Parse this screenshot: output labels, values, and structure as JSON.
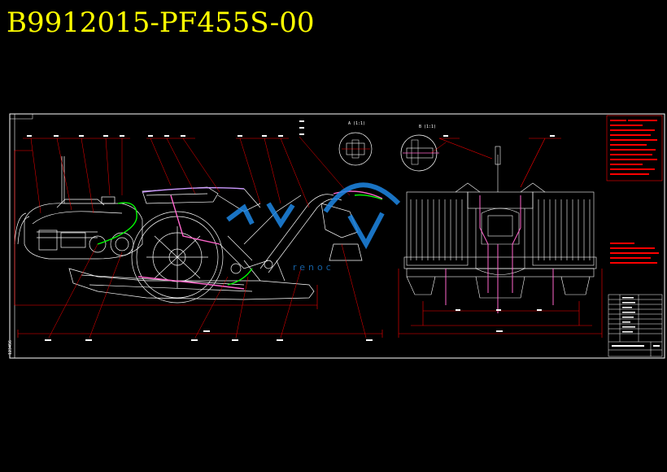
{
  "drawing": {
    "title": "B9912015-PF455S-00",
    "view_labels": {
      "detail_a": "A (1:1)",
      "detail_b": "B (1:1)"
    },
    "watermark": "renoc",
    "colors": {
      "background": "#000000",
      "title": "#ffff00",
      "frame": "#ffffff",
      "dimension": "#ff0000",
      "cable_green": "#00ff00",
      "cable_magenta": "#ff66cc",
      "cable_violet": "#cc99ff",
      "watermark": "#1e88e5"
    }
  }
}
